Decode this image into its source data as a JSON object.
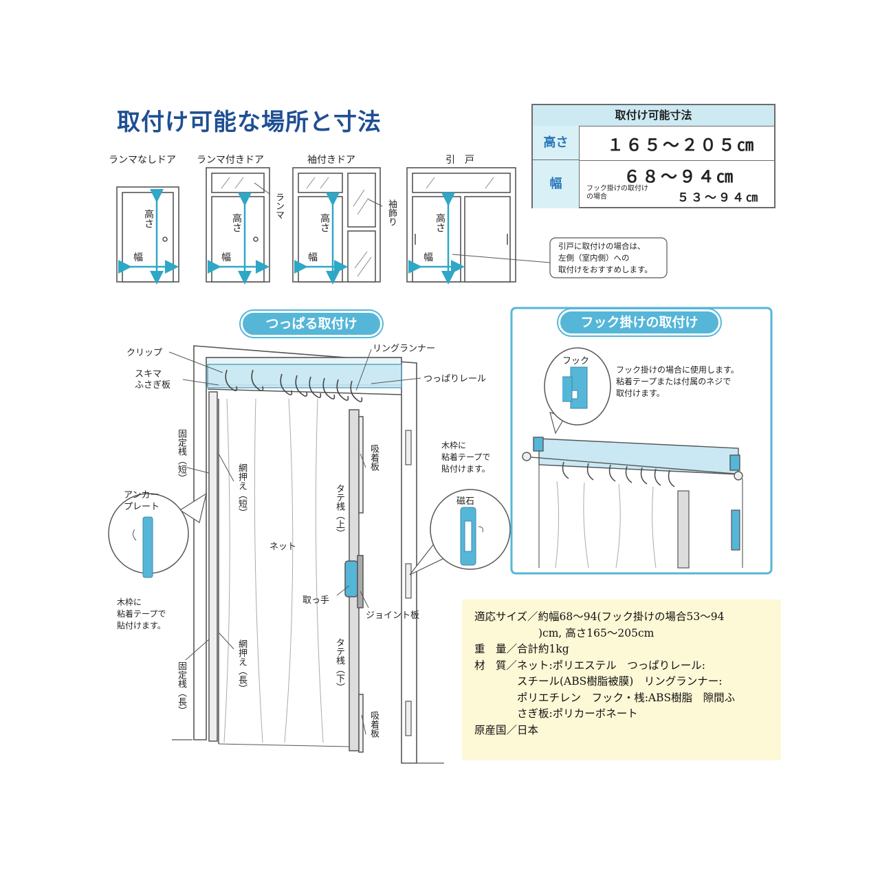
{
  "title": "取付け可能な場所と寸法",
  "dim_table": {
    "header": "取付け可能寸法",
    "height_label": "高さ",
    "height_value": "１６５～２０５㎝",
    "width_label": "幅",
    "width_value": "６８～９４㎝",
    "hook_note": "フック掛けの取付け\nの場合",
    "hook_value": "５３～９４㎝"
  },
  "door_types": [
    {
      "caption": "ランマなしドア",
      "height_label": "高さ",
      "width_label": "幅"
    },
    {
      "caption": "ランマ付きドア",
      "height_label": "高さ",
      "width_label": "幅",
      "side_label": "ランマ"
    },
    {
      "caption": "袖付きドア",
      "height_label": "高さ",
      "width_label": "幅",
      "side_label": "袖飾り"
    },
    {
      "caption": "引　戸",
      "height_label": "高さ",
      "width_label": "幅"
    }
  ],
  "sliding_note": "引戸に取付けの場合は、\n左側（室内側）への\n取付けをおすすめします。",
  "tension_section": {
    "title": "つっぱる取付け",
    "labels": {
      "clip": "クリップ",
      "ring_runner": "リングランナー",
      "gap_plate": "スキマ\nふさぎ板",
      "tension_rail": "つっぱりレール",
      "fixed_frame_short": "固定桟（短）",
      "net_holder_short": "網押え（短）",
      "vertical_frame_top": "タテ桟（上）",
      "suction_plate_top": "吸着板",
      "net": "ネット",
      "handle": "取っ手",
      "joint_plate": "ジョイント板",
      "net_holder_long": "網押え（長）",
      "vertical_frame_bottom": "タテ桟（下）",
      "fixed_frame_long": "固定桟（長）",
      "suction_plate_bottom": "吸着板"
    },
    "anchor_callout": {
      "title": "アンカー\nプレート",
      "note": "木枠に\n粘着テープで\n貼付けます。"
    },
    "magnet_callout": {
      "note": "木枠に\n粘着テープで\n貼付けます。",
      "label": "磁石"
    }
  },
  "hook_section": {
    "title": "フック掛けの取付け",
    "hook_label": "フック",
    "note": "フック掛けの場合に使用します。\n粘着テープまたは付属のネジで\n取付けます。"
  },
  "specs": [
    "適応サイズ／約幅68～94(フック掛けの場合53～94",
    "　　　　　　)cm, 高さ165～205cm",
    "重　量／合計約1kg",
    "材　質／ネット:ポリエステル　つっぱりレール:",
    "　　　　スチール(ABS樹脂被膜)　リングランナー:",
    "　　　　ポリエチレン　フック・桟:ABS樹脂　隙間ふ",
    "　　　　さぎ板:ポリカーボネート",
    "原産国／日本"
  ],
  "colors": {
    "accent": "#55b6d8",
    "title": "#1f4f93",
    "arrow": "#2fa7c6",
    "spec_bg": "#fdf8d6"
  }
}
